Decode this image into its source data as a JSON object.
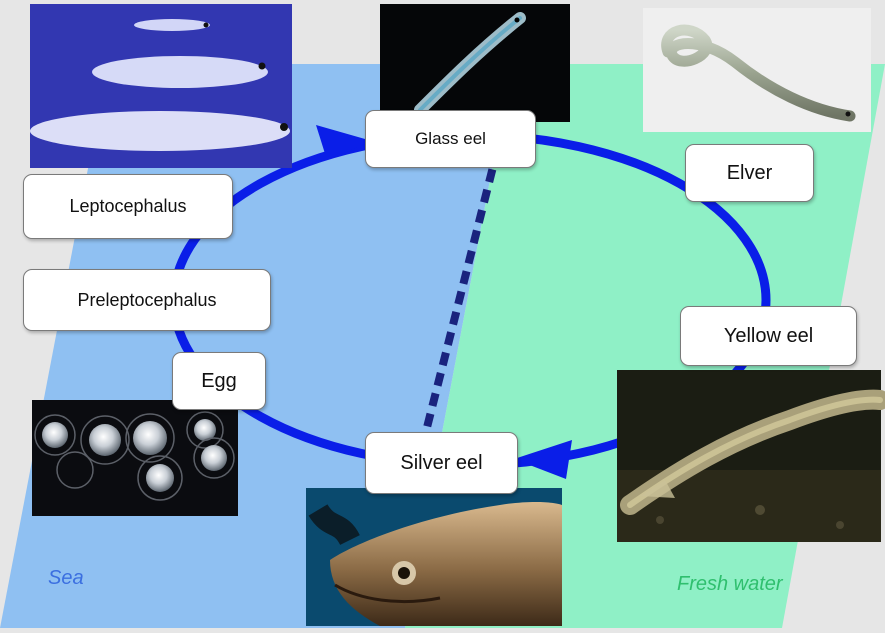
{
  "regions": {
    "sea": {
      "label": "Sea",
      "color": "#8fc0f2",
      "label_color": "#3b6fe0"
    },
    "fresh_water": {
      "label": "Fresh water",
      "color": "#8ff0c6",
      "label_color": "#2fbf6e"
    }
  },
  "cycle_color": "#0a1ee8",
  "boundary_color": "#1a237e",
  "stages": {
    "glass_eel": "Glass eel",
    "elver": "Elver",
    "yellow_eel": "Yellow eel",
    "silver_eel": "Silver eel",
    "egg": "Egg",
    "preleptocephalus": "Preleptocephalus",
    "leptocephalus": "Leptocephalus"
  },
  "photos": [
    "leptocephalus-larvae-photo",
    "glass-eel-photo",
    "elver-photo",
    "yellow-eel-photo",
    "silver-eel-photo",
    "eggs-photo"
  ]
}
